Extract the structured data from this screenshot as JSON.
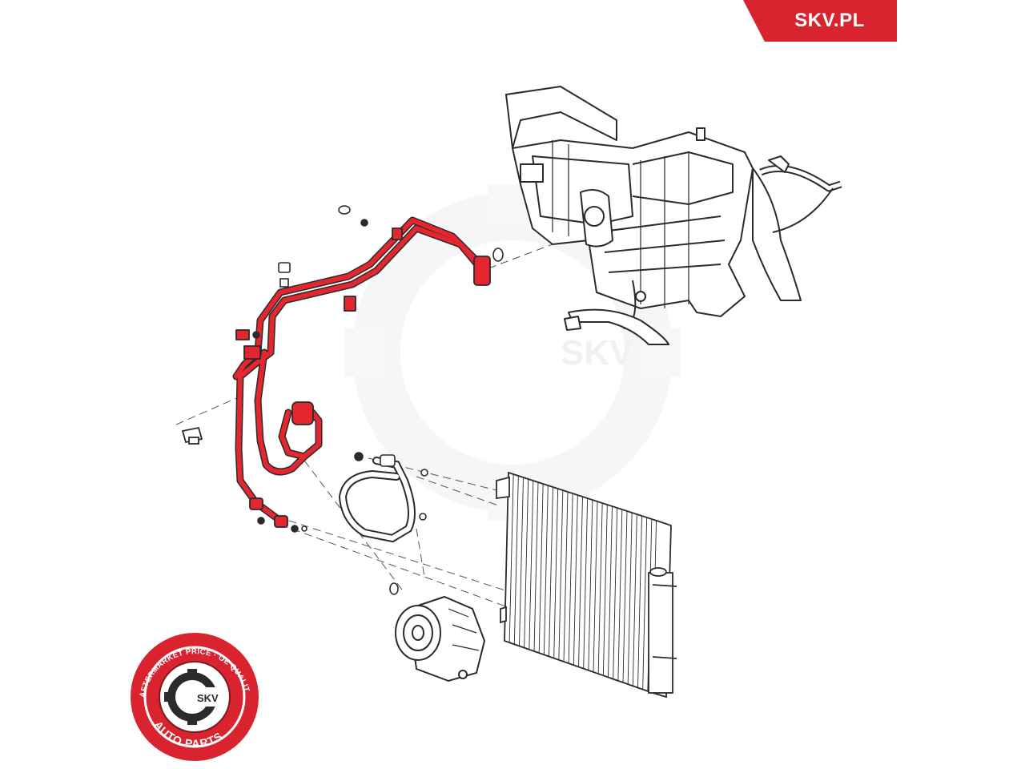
{
  "brand": {
    "site_label": "SKV.PL"
  },
  "badge": {
    "arc_text": "AFTERMARKET PRICE · OE QUALITY",
    "gear_text": "SKV",
    "bottom_text": "AUTO PARTS"
  },
  "watermark": {
    "text": "SKV"
  },
  "colors": {
    "accent": "#d9232e",
    "hose": "#e4262e",
    "line": "#2b2b2b",
    "watermark": "#eeeeee"
  },
  "components": [
    {
      "name": "hvac-unit-icon"
    },
    {
      "name": "ac-hose-assembly-icon"
    },
    {
      "name": "condenser-icon"
    },
    {
      "name": "compressor-icon"
    },
    {
      "name": "pressure-switch-icon"
    },
    {
      "name": "connecting-pipe-icon"
    }
  ]
}
